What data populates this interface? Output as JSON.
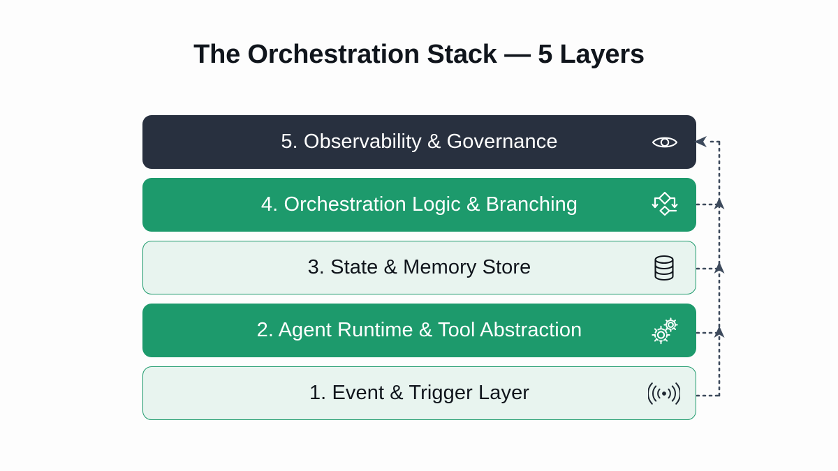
{
  "title": "The Orchestration Stack — 5 Layers",
  "colors": {
    "background": "#fdfdfd",
    "dark": "#28303f",
    "green": "#1d9a6c",
    "light_mint": "#e8f4ef",
    "title_text": "#10151c",
    "connector": "#3d4a5c"
  },
  "layers": [
    {
      "number": "5",
      "label": "5. Observability & Governance",
      "style": "dark",
      "icon": "eye-icon"
    },
    {
      "number": "4",
      "label": "4. Orchestration Logic & Branching",
      "style": "solid",
      "icon": "branching-flow-icon"
    },
    {
      "number": "3",
      "label": "3. State & Memory Store",
      "style": "light",
      "icon": "database-icon"
    },
    {
      "number": "2",
      "label": "2. Agent Runtime & Tool Abstraction",
      "style": "solid",
      "icon": "gears-icon"
    },
    {
      "number": "1",
      "label": "1. Event & Trigger Layer",
      "style": "light",
      "icon": "broadcast-signal-icon"
    }
  ],
  "connector": {
    "name": "feedback-loop",
    "style": "dotted",
    "direction": "bottom-to-top",
    "arrow_count": 4
  }
}
